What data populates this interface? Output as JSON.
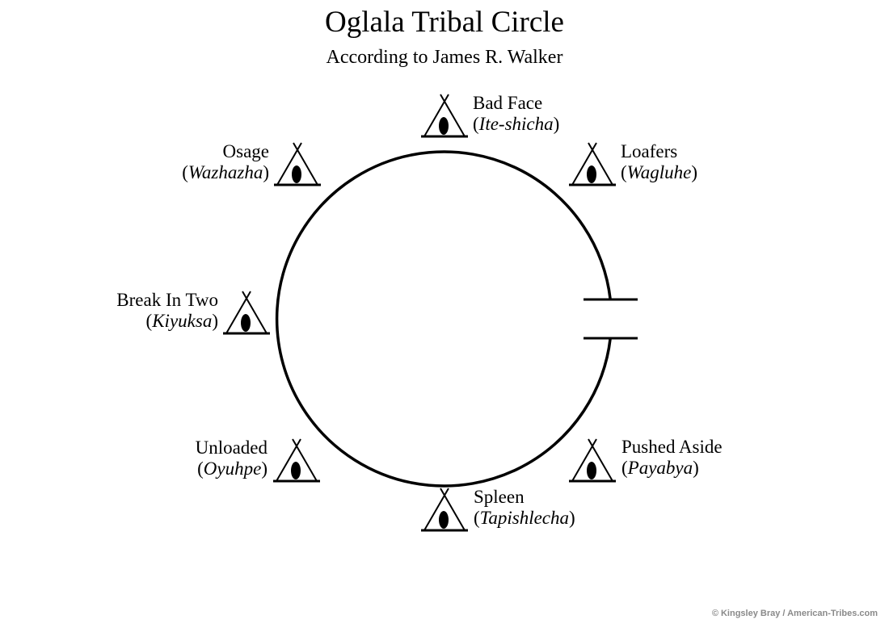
{
  "title": "Oglala Tribal Circle",
  "subtitle": "According to James R. Walker",
  "bands": [
    {
      "id": "bad-face",
      "english": "Bad Face",
      "native": "Ite-shicha"
    },
    {
      "id": "loafers",
      "english": "Loafers",
      "native": "Wagluhe"
    },
    {
      "id": "osage",
      "english": "Osage",
      "native": "Wazhazha"
    },
    {
      "id": "break-in-two",
      "english": "Break In Two",
      "native": "Kiyuksa"
    },
    {
      "id": "unloaded",
      "english": "Unloaded",
      "native": "Oyuhpe"
    },
    {
      "id": "pushed-aside",
      "english": "Pushed Aside",
      "native": "Payabya"
    },
    {
      "id": "spleen",
      "english": "Spleen",
      "native": "Tapishlecha"
    }
  ],
  "credit": "© Kingsley Bray / American-Tribes.com",
  "icons": {
    "band": "tipi-icon",
    "camp": "camp-circle",
    "entrance": "circle-opening"
  }
}
